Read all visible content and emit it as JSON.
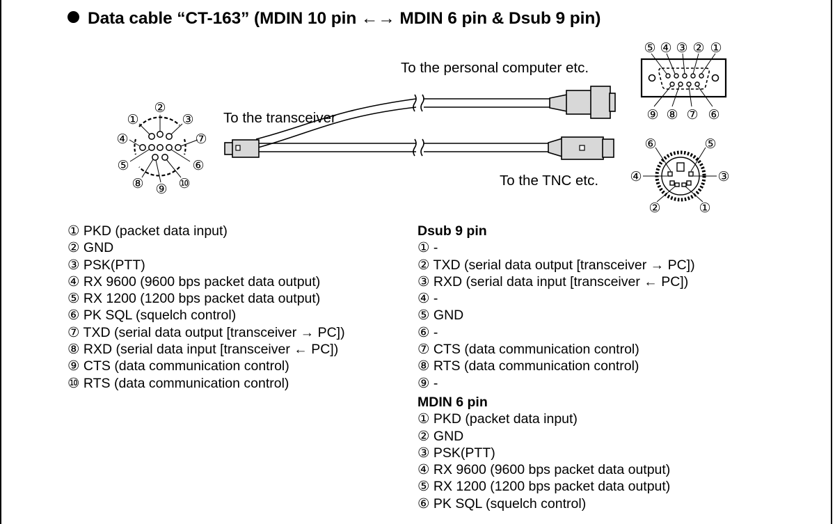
{
  "title": "Data cable “CT-163” (MDIN 10 pin ←→ MDIN 6 pin & Dsub 9 pin)",
  "labels": {
    "to_pc": "To the personal computer etc.",
    "to_transceiver": "To the transceiver",
    "to_tnc": "To the TNC etc."
  },
  "mdin10_pin_numbers": [
    "①",
    "②",
    "③",
    "④",
    "⑤",
    "⑥",
    "⑦",
    "⑧",
    "⑨",
    "⑩"
  ],
  "dsub9_pin_numbers": [
    "⑤",
    "④",
    "③",
    "②",
    "①",
    "⑨",
    "⑧",
    "⑦",
    "⑥"
  ],
  "mdin6_pin_numbers": [
    "⑥",
    "⑤",
    "④",
    "③",
    "②",
    "①"
  ],
  "mdin10_pins": [
    "① PKD (packet data input)",
    "② GND",
    "③ PSK(PTT)",
    "④ RX 9600 (9600 bps packet data output)",
    "⑤ RX 1200 (1200 bps packet data output)",
    "⑥ PK SQL (squelch control)",
    "⑦ TXD (serial data output [transceiver → PC])",
    "⑧ RXD (serial data input [transceiver ← PC])",
    "⑨ CTS (data communication control)",
    "⑩ RTS (data communication control)"
  ],
  "dsub9": {
    "heading": "Dsub 9 pin",
    "pins": [
      "① -",
      "② TXD (serial data output [transceiver → PC])",
      "③ RXD (serial data input [transceiver ← PC])",
      "④ -",
      "⑤ GND",
      "⑥ -",
      "⑦ CTS (data communication control)",
      "⑧ RTS (data communication control)",
      "⑨ -"
    ]
  },
  "mdin6": {
    "heading": "MDIN 6 pin",
    "pins": [
      "① PKD (packet data input)",
      "② GND",
      "③ PSK(PTT)",
      "④ RX 9600 (9600 bps packet data output)",
      "⑤ RX 1200 (1200 bps packet data output)",
      "⑥ PK SQL (squelch control)"
    ]
  }
}
